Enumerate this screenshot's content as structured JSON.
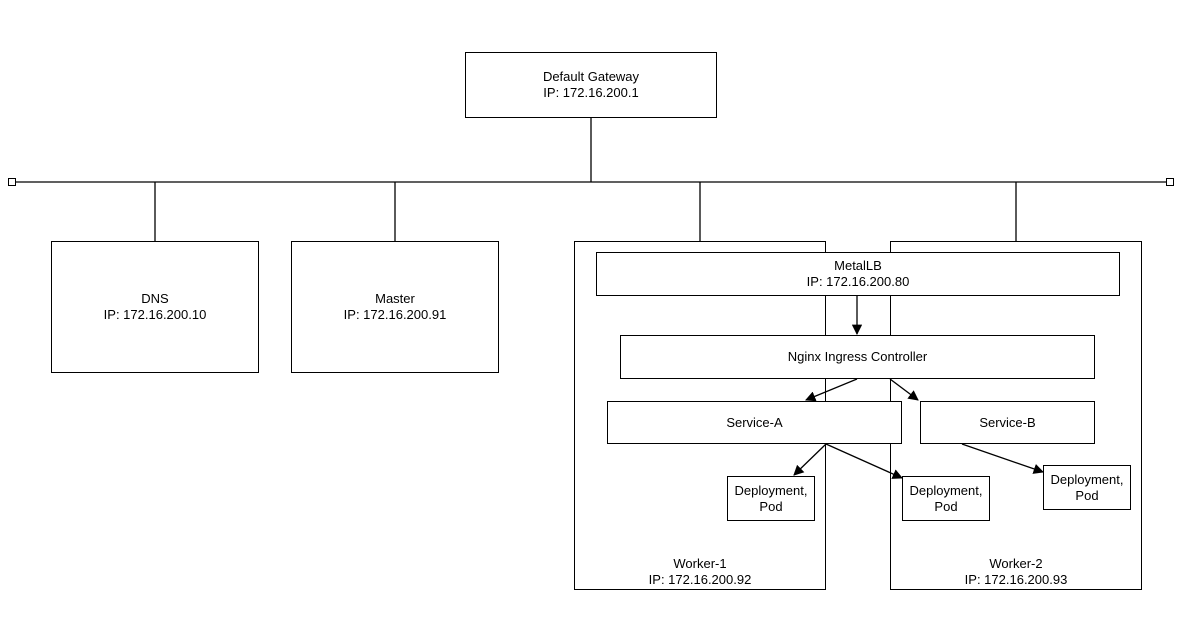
{
  "nodes": {
    "gateway": {
      "name": "Default Gateway",
      "ip": "IP: 172.16.200.1"
    },
    "dns": {
      "name": "DNS",
      "ip": "IP: 172.16.200.10"
    },
    "master": {
      "name": "Master",
      "ip": "IP: 172.16.200.91"
    },
    "worker1": {
      "name": "Worker-1",
      "ip": "IP: 172.16.200.92"
    },
    "worker2": {
      "name": "Worker-2",
      "ip": "IP: 172.16.200.93"
    },
    "metallb": {
      "name": "MetalLB",
      "ip": "IP: 172.16.200.80"
    },
    "ingress": {
      "name": "Nginx Ingress Controller"
    },
    "service_a": {
      "name": "Service-A"
    },
    "service_b": {
      "name": "Service-B"
    },
    "deploy_1": {
      "line1": "Deployment,",
      "line2": "Pod"
    },
    "deploy_2": {
      "line1": "Deployment,",
      "line2": "Pod"
    },
    "deploy_3": {
      "line1": "Deployment,",
      "line2": "Pod"
    }
  }
}
